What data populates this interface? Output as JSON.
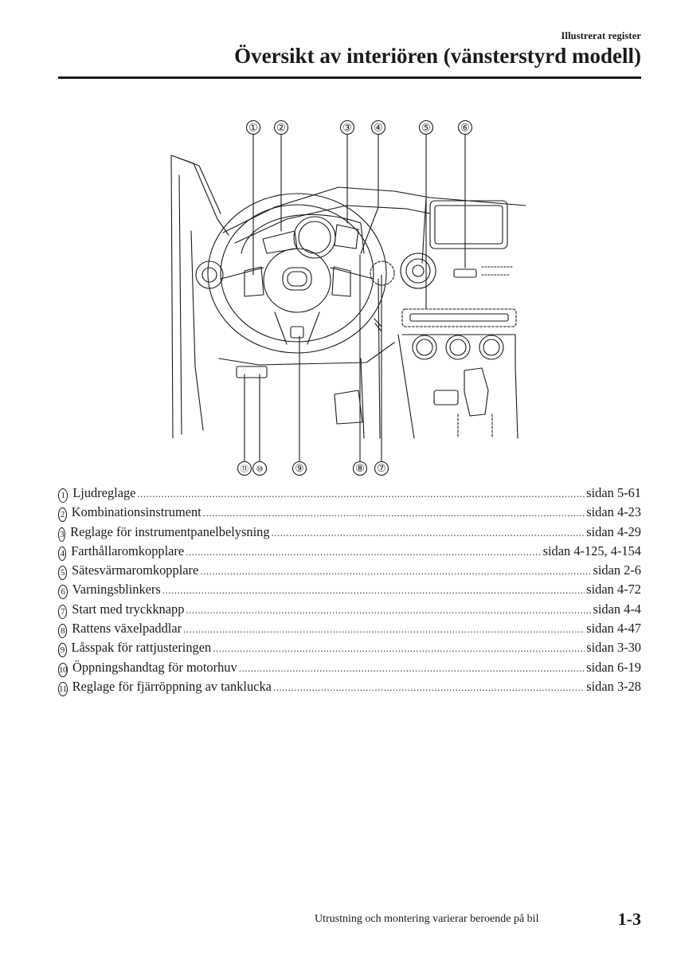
{
  "header": {
    "section": "Illustrerat register",
    "title": "Översikt av interiören (vänsterstyrd modell)"
  },
  "illustration": {
    "top_callouts": [
      "①",
      "②",
      "③",
      "④",
      "⑤",
      "⑥"
    ],
    "bottom_callouts": [
      "⑪",
      "⑩",
      "⑨",
      "⑧",
      "⑦"
    ]
  },
  "legend": [
    {
      "num": "1",
      "label": "Ljudreglage",
      "page": "sidan 5-61"
    },
    {
      "num": "2",
      "label": "Kombinationsinstrument",
      "page": "sidan 4-23"
    },
    {
      "num": "3",
      "label": "Reglage för instrumentpanelbelysning",
      "page": "sidan 4-29"
    },
    {
      "num": "4",
      "label": "Farthållaromkopplare",
      "page": "sidan 4-125, 4-154"
    },
    {
      "num": "5",
      "label": "Sätesvärmaromkopplare",
      "page": "sidan 2-6"
    },
    {
      "num": "6",
      "label": "Varningsblinkers",
      "page": "sidan 4-72"
    },
    {
      "num": "7",
      "label": "Start med tryckknapp",
      "page": "sidan 4-4"
    },
    {
      "num": "8",
      "label": "Rattens växelpaddlar",
      "page": "sidan 4-47"
    },
    {
      "num": "9",
      "label": "Låsspak för rattjusteringen",
      "page": "sidan 3-30"
    },
    {
      "num": "10",
      "label": "Öppningshandtag för motorhuv",
      "page": "sidan 6-19"
    },
    {
      "num": "11",
      "label": "Reglage för fjärröppning av tanklucka",
      "page": "sidan 3-28"
    }
  ],
  "footer": {
    "note": "Utrustning och montering varierar beroende på bil",
    "page_number": "1-3"
  }
}
